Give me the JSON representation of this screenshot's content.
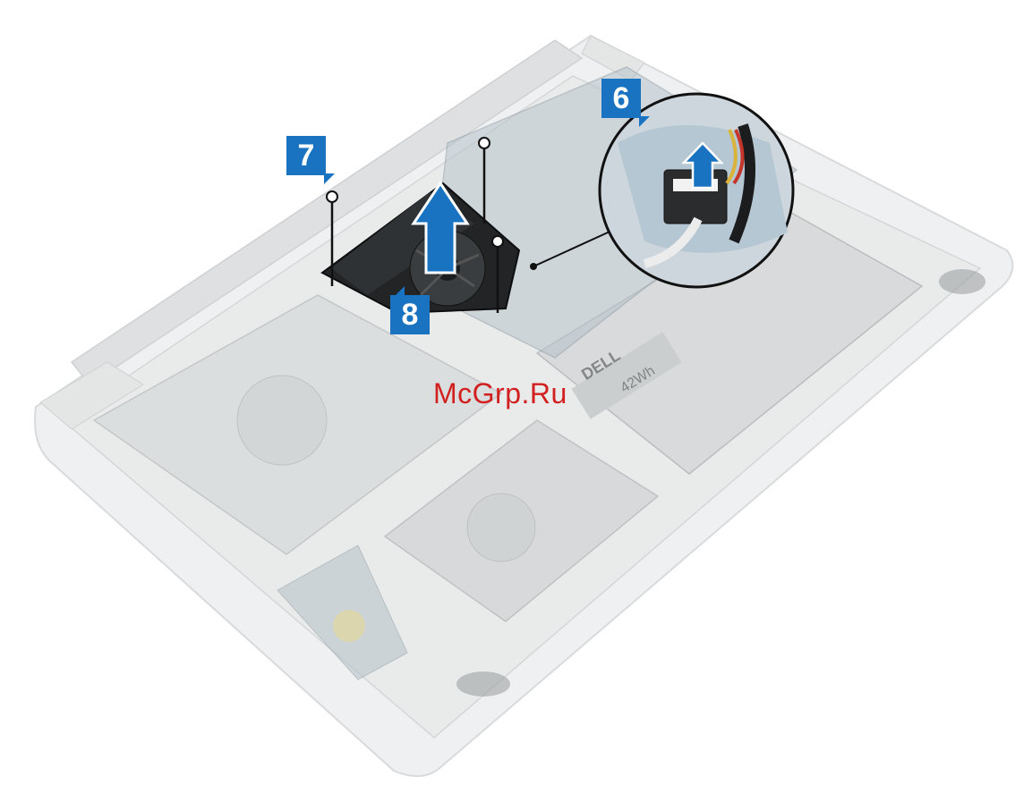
{
  "callouts": {
    "step_6": "6",
    "step_7": "7",
    "step_8": "8"
  },
  "watermark": "McGrp.Ru",
  "battery_label": {
    "brand": "DELL",
    "capacity": "42Wh"
  },
  "colors": {
    "callout_blue": "#1a73c0",
    "watermark_red": "#d21f1f",
    "chassis_gray": "#c9ccce"
  }
}
